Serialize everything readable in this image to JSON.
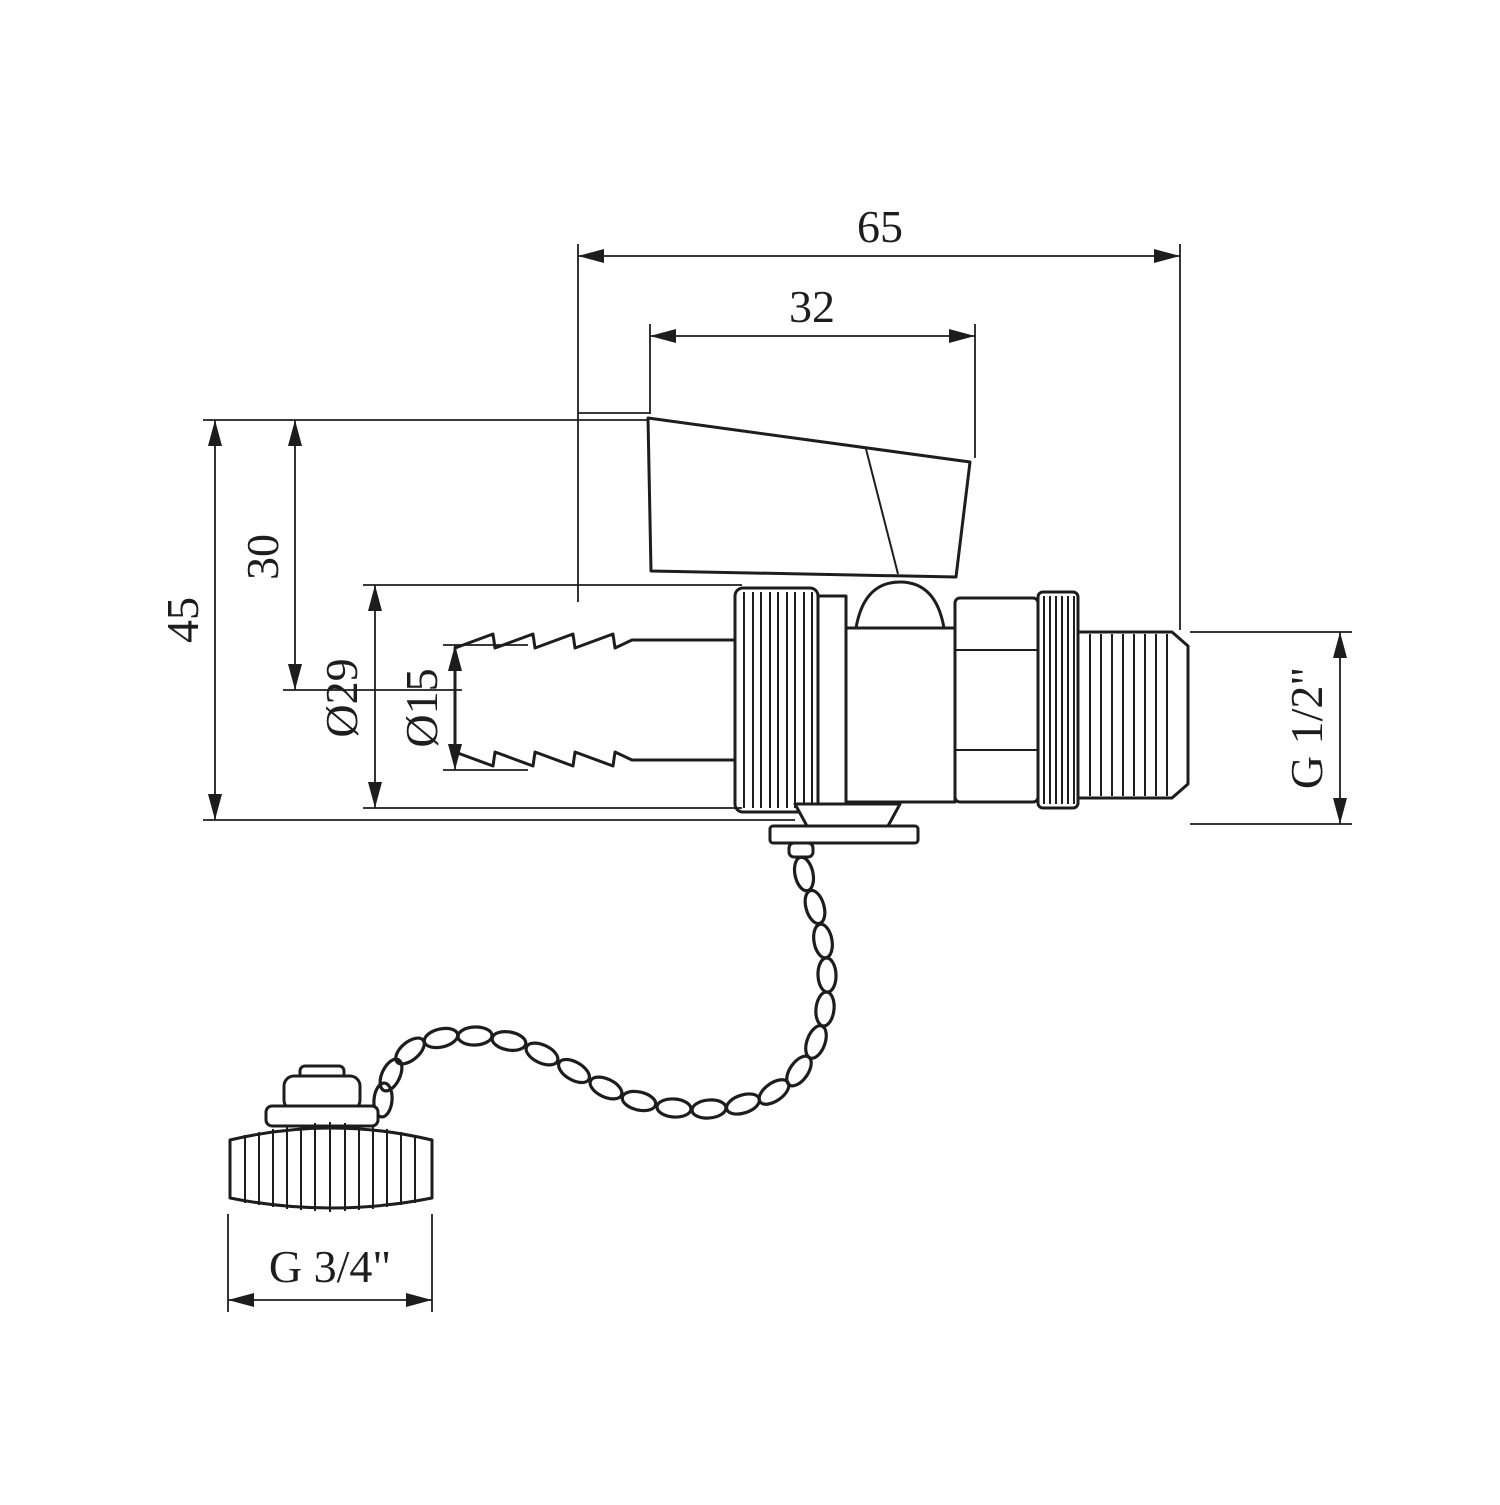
{
  "drawing": {
    "kind": "technical-dimension-drawing",
    "subject": "drain ball valve with hose barb outlet, threaded connection, protective cap on chain",
    "colors": {
      "line": "#1d1d1d",
      "background": "#ffffff"
    },
    "labels": {
      "overall_length": "65",
      "handle_length": "32",
      "height_total": "45",
      "height_to_axis": "30",
      "nut_diameter": "Ø29",
      "barb_diameter": "Ø15",
      "connection_thread": "G 1/2\"",
      "cap_thread": "G 3/4\""
    }
  }
}
